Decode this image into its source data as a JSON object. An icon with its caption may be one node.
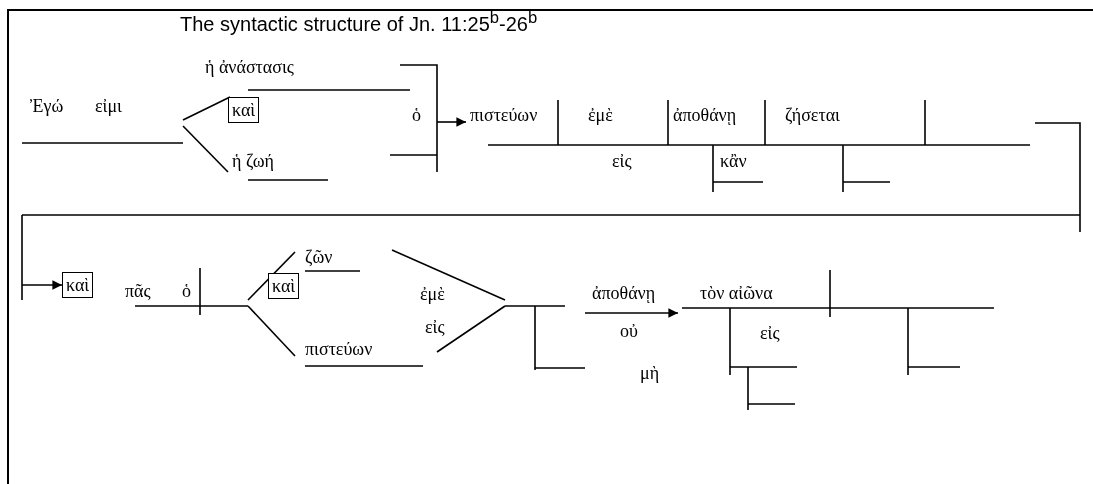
{
  "diagram": {
    "title": "The syntactic structure of Jn. 11:25$^{b}$-26$^{b}$",
    "nodes": [
      {
        "text": [
          "καὶ"
        ]
      },
      {
        "text": [
          "καὶ"
        ]
      },
      {
        "text": [
          "καὶ"
        ]
      }
    ],
    "edges": [
      {
        "from": null,
        "to": 1,
        "arrow": "to"
      }
    ],
    "labels": [
      "Ἐγώ",
      "εἰμι",
      "ἡ ἀνάστασις",
      "ἡ ζωή",
      "ὁ",
      "πιστεύων",
      "ἐμὲ",
      "ἀποθάνῃ",
      "ζήσεται",
      "εἰς",
      "κἂν",
      "ζῶν",
      "πᾶς",
      "ὁ",
      "ἐμὲ",
      "ἀποθάνῃ",
      "τὸν αἰῶνα",
      "πιστεύων",
      "εἰς",
      "οὐ",
      "εἰς",
      "μὴ"
    ]
  }
}
